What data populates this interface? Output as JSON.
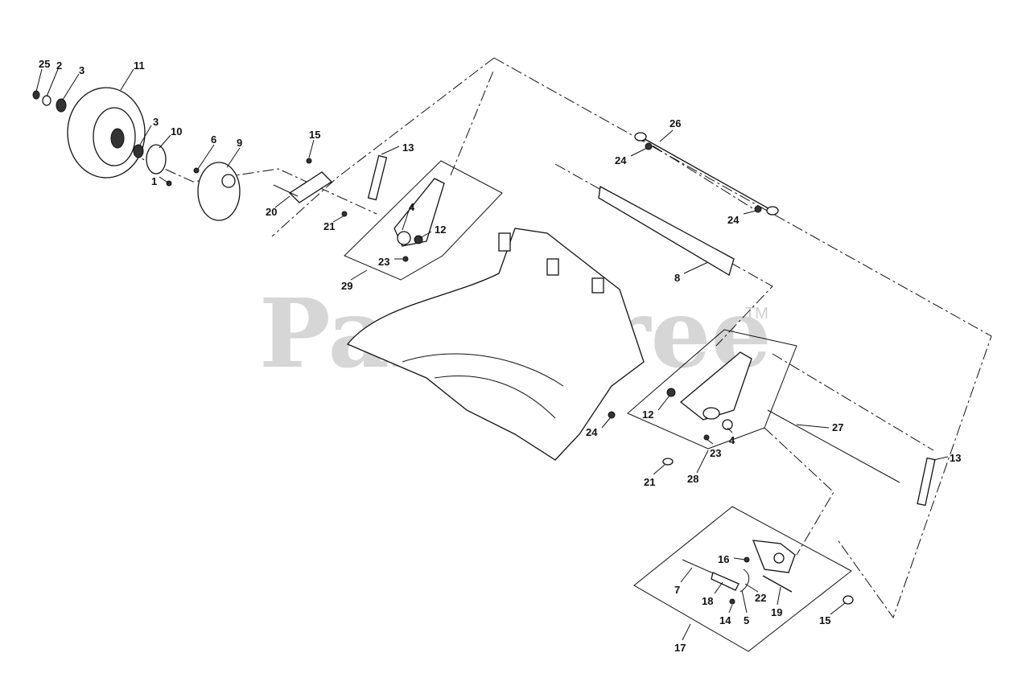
{
  "watermark": {
    "text": "PartsTree",
    "trademark": "TM"
  },
  "callouts": {
    "c25": "25",
    "c2": "2",
    "c3a": "3",
    "c11": "11",
    "c3b": "3",
    "c10": "10",
    "c6": "6",
    "c9": "9",
    "c1": "1",
    "c15a": "15",
    "c13a": "13",
    "c20": "20",
    "c21a": "21",
    "c4a": "4",
    "c12a": "12",
    "c23a": "23",
    "c29": "29",
    "c26": "26",
    "c24a": "24",
    "c24b": "24",
    "c8": "8",
    "c12b": "12",
    "c4b": "4",
    "c23b": "23",
    "c24c": "24",
    "c21b": "21",
    "c28": "28",
    "c27": "27",
    "c13b": "13",
    "c16": "16",
    "c7": "7",
    "c18": "18",
    "c22": "22",
    "c19": "19",
    "c14": "14",
    "c5": "5",
    "c15b": "15",
    "c17": "17"
  }
}
